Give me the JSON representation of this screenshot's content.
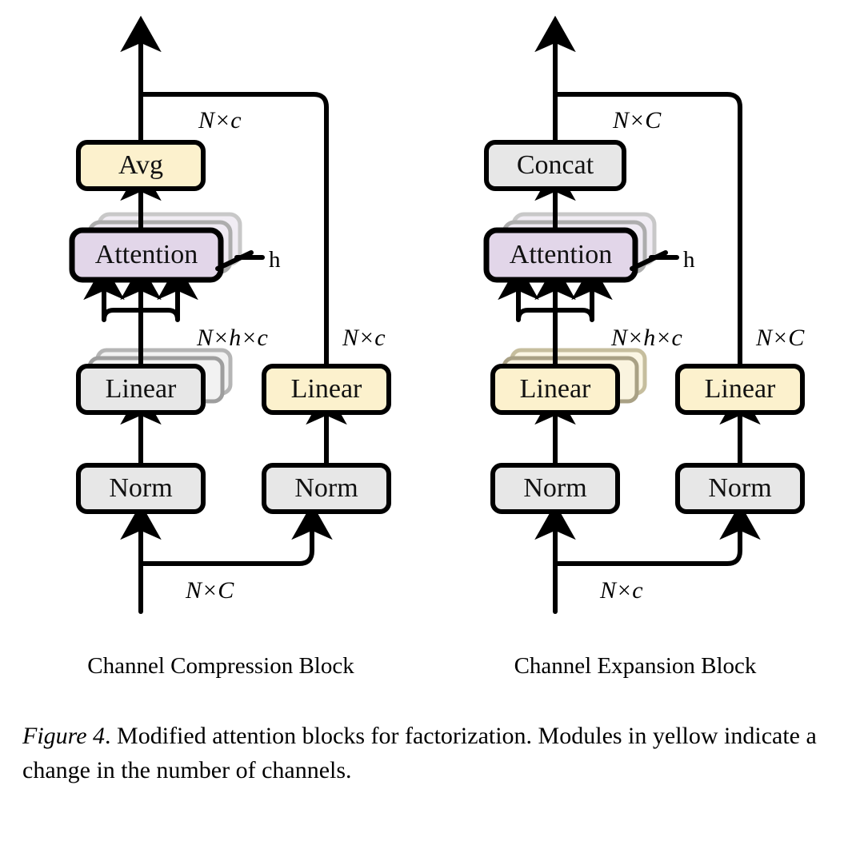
{
  "figure": {
    "caption_lead": "Figure 4",
    "caption_text": ". Modified attention blocks for factorization. Modules in yellow indicate a change in the number of channels."
  },
  "colors": {
    "yellow_fill": "#FCF1CD",
    "gray_fill": "#E7E7E7",
    "purple_fill": "#E2D6E9",
    "stroke": "#000000",
    "ghost_gray": "#B5B5B5",
    "ghost_yellow": "#CFC49A",
    "ghost_purple": "#BFB4C6",
    "background": "#FFFFFF"
  },
  "blocks": [
    {
      "id": "channel-compression",
      "caption": "Channel Compression Block",
      "nodes": {
        "top_merge": {
          "label": "Avg",
          "fill": "yellow",
          "stacked": false
        },
        "attention": {
          "label": "Attention",
          "fill": "purple",
          "stacked": true,
          "heads_label": "h"
        },
        "linear_main": {
          "label": "Linear",
          "fill": "gray",
          "stacked": true
        },
        "norm_main": {
          "label": "Norm",
          "fill": "gray",
          "stacked": false
        },
        "linear_skip": {
          "label": "Linear",
          "fill": "yellow",
          "stacked": false
        },
        "norm_skip": {
          "label": "Norm",
          "fill": "gray",
          "stacked": false
        }
      },
      "edge_labels": {
        "output": "N×c",
        "attention_in": "N×h×c",
        "skip_upper": "N×c",
        "input": "N×C"
      }
    },
    {
      "id": "channel-expansion",
      "caption": "Channel Expansion Block",
      "nodes": {
        "top_merge": {
          "label": "Concat",
          "fill": "gray",
          "stacked": false
        },
        "attention": {
          "label": "Attention",
          "fill": "purple",
          "stacked": true,
          "heads_label": "h"
        },
        "linear_main": {
          "label": "Linear",
          "fill": "yellow",
          "stacked": true
        },
        "norm_main": {
          "label": "Norm",
          "fill": "gray",
          "stacked": false
        },
        "linear_skip": {
          "label": "Linear",
          "fill": "yellow",
          "stacked": false
        },
        "norm_skip": {
          "label": "Norm",
          "fill": "gray",
          "stacked": false
        }
      },
      "edge_labels": {
        "output": "N×C",
        "attention_in": "N×h×c",
        "skip_upper": "N×C",
        "input": "N×c"
      }
    }
  ]
}
